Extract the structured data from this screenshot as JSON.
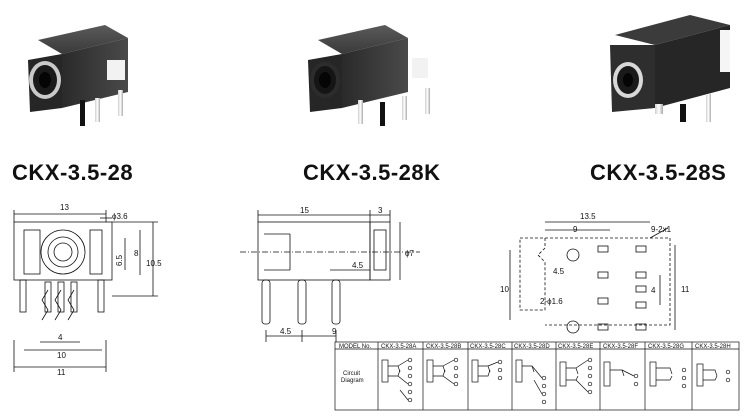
{
  "products": [
    {
      "name": "CKX-3.5-28"
    },
    {
      "name": "CKX-3.5-28K"
    },
    {
      "name": "CKX-3.5-28S"
    }
  ],
  "drawing1": {
    "top": "13",
    "phi": "ϕ3.6",
    "d65": "6.5",
    "d8": "8",
    "d105": "10.5",
    "d4": "4",
    "d10": "10",
    "d11": "11"
  },
  "drawing2": {
    "d15": "15",
    "d3": "3",
    "d45a": "4.5",
    "phi7": "ϕ7",
    "d45b": "4.5",
    "d9": "9"
  },
  "drawing3": {
    "d135": "13.5",
    "d9": "9",
    "pads": "9-2x1",
    "d45": "4.5",
    "d10": "10",
    "d4": "4",
    "d11": "11",
    "hole": "2-ϕ1.6"
  },
  "table": {
    "model_header": "MODEL No.",
    "circuit_label_1": "Circuit",
    "circuit_label_2": "Diagram",
    "models": [
      "CKX-3.5-28A",
      "CKX-3.5-28B",
      "CKX-3.5-28C",
      "CKX-3.5-28D",
      "CKX-3.5-28E",
      "CKX-3.5-28F",
      "CKX-3.5-28G",
      "CKX-3.5-28H"
    ]
  }
}
